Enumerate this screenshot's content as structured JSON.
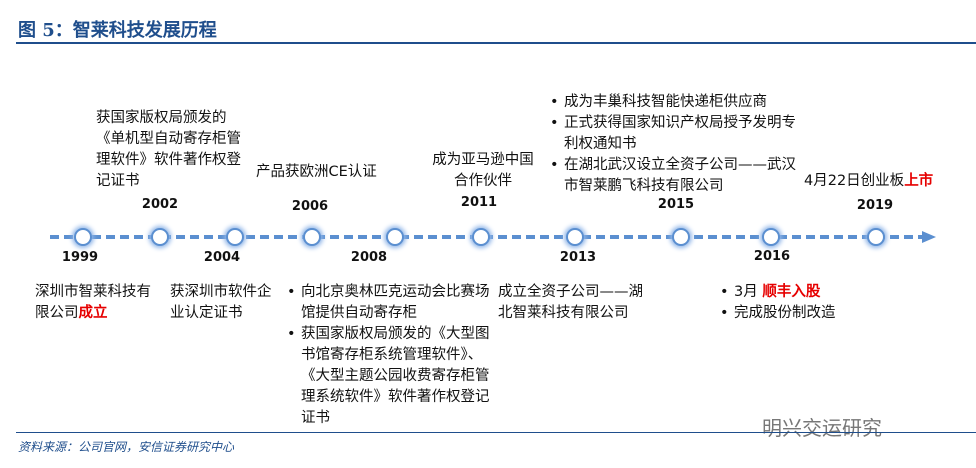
{
  "title": "图 5：智莱科技发展历程",
  "source": "资料来源：公司官网，安信证券研究中心",
  "watermark": "明兴交运研究",
  "events": {
    "y1999": {
      "year": "1999",
      "text_a": "深圳市智莱科技有限公司",
      "text_b": "成立"
    },
    "y2002": {
      "year": "2002",
      "text": "获国家版权局颁发的《单机型自动寄存柜管理软件》软件著作权登记证书"
    },
    "y2004": {
      "year": "2004",
      "text": "获深圳市软件企业认定证书"
    },
    "y2006": {
      "year": "2006",
      "text": "产品获欧洲CE认证"
    },
    "y2008": {
      "year": "2008",
      "bullets": [
        "向北京奥林匹克运动会比赛场馆提供自动寄存柜",
        "获国家版权局颁发的《大型图书馆寄存柜系统管理软件》、《大型主题公园收费寄存柜管理系统软件》软件著作权登记证书"
      ]
    },
    "y2011": {
      "year": "2011",
      "text": "成为亚马逊中国合作伙伴"
    },
    "y2013": {
      "year": "2013",
      "text": "成立全资子公司——湖北智莱科技有限公司"
    },
    "y2015": {
      "year": "2015",
      "bullets": [
        "成为丰巢科技智能快递柜供应商",
        "正式获得国家知识产权局授予发明专利权通知书",
        "在湖北武汉设立全资子公司——武汉市智莱鹏飞科技有限公司"
      ]
    },
    "y2016": {
      "year": "2016",
      "bullet1_a": "3月 ",
      "bullet1_b": "顺丰入股",
      "bullet2": "完成股份制改造"
    },
    "y2019": {
      "year": "2019",
      "text_a": "4月22日创业板",
      "text_b": "上市"
    }
  },
  "colors": {
    "accent": "#1f4e8c",
    "highlight": "#e60000",
    "timeline": "#5b8fd0"
  }
}
